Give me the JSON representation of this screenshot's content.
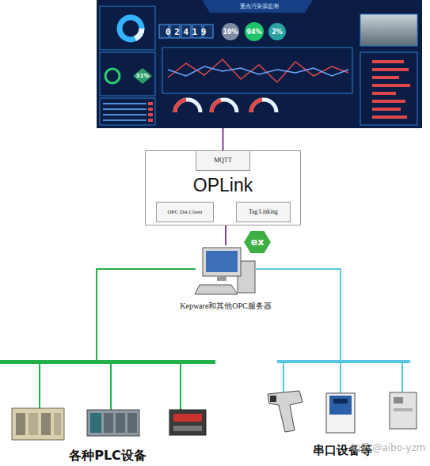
{
  "diagram": {
    "nodes": [
      {
        "text": [
          "重点污染源监测"
        ]
      },
      {
        "text": [
          "OPLink"
        ]
      },
      {
        "text": [
          "MQTT"
        ],
        "in": 1
      },
      {
        "text": [
          "OPC DA Client"
        ],
        "in": 1
      },
      {
        "text": [
          "Tag Linking"
        ],
        "in": 1
      },
      {
        "text": [
          "Kepware和其他OPC服务器"
        ]
      },
      {
        "text": [
          "各种PLC设备"
        ]
      },
      {
        "text": [
          "串口设备等"
        ]
      }
    ],
    "edges": [
      {
        "from": 0,
        "to": 2,
        "arrow": "none"
      },
      {
        "from": 1,
        "to": 5,
        "arrow": "none"
      },
      {
        "from": 5,
        "to": 6,
        "arrow": "none"
      },
      {
        "from": 5,
        "to": 7,
        "arrow": "none"
      }
    ],
    "labels": [
      "02419",
      "10%",
      "94%",
      "2%",
      "31%",
      "ex",
      "知乎 @aibo-yzm"
    ]
  }
}
